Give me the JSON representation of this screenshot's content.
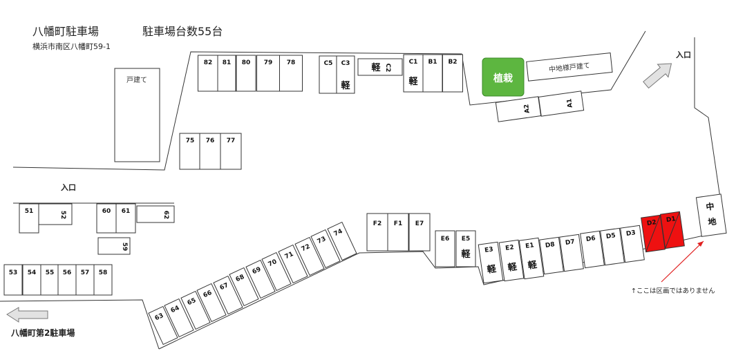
{
  "header": {
    "name": "八幡町駐車場",
    "count": "駐車場台数55台",
    "address": "横浜市南区八幡町59-1"
  },
  "labels": {
    "house_left": "戸建て",
    "house_right": "中地様戸建て",
    "plants": "植栽",
    "entrance_right": "入口",
    "entrance_left": "入口",
    "second_lot": "八幡町第2駐車場",
    "nakachi": [
      "中",
      "地"
    ],
    "note": "↑ここは区画ではありません",
    "kei": "軽"
  },
  "colors": {
    "plants": "#5db640",
    "reserved": "#ee1111",
    "arrow": "#e2e2e2",
    "pointer": "#e02020"
  },
  "stalls": {
    "top_row": [
      "82",
      "81",
      "80",
      "79",
      "78"
    ],
    "c_group": [
      "C5",
      "C3",
      "C2",
      "C1",
      "B1",
      "B2"
    ],
    "a_group": [
      "A2",
      "A1"
    ],
    "mid_row": [
      "75",
      "76",
      "77"
    ],
    "left_upper": [
      "51",
      "52",
      "60",
      "61",
      "62",
      "59"
    ],
    "left_lower": [
      "53",
      "54",
      "55",
      "56",
      "57",
      "58"
    ],
    "diagonal": [
      "63",
      "64",
      "65",
      "66",
      "67",
      "68",
      "69",
      "70",
      "71",
      "72",
      "73",
      "74"
    ],
    "f_group": [
      "F2",
      "F1",
      "E7"
    ],
    "e_pair": [
      "E6",
      "E5"
    ],
    "bottom_row": [
      "E3",
      "E2",
      "E1",
      "D8",
      "D7",
      "D6",
      "D5",
      "D3",
      "D2",
      "D1"
    ]
  }
}
